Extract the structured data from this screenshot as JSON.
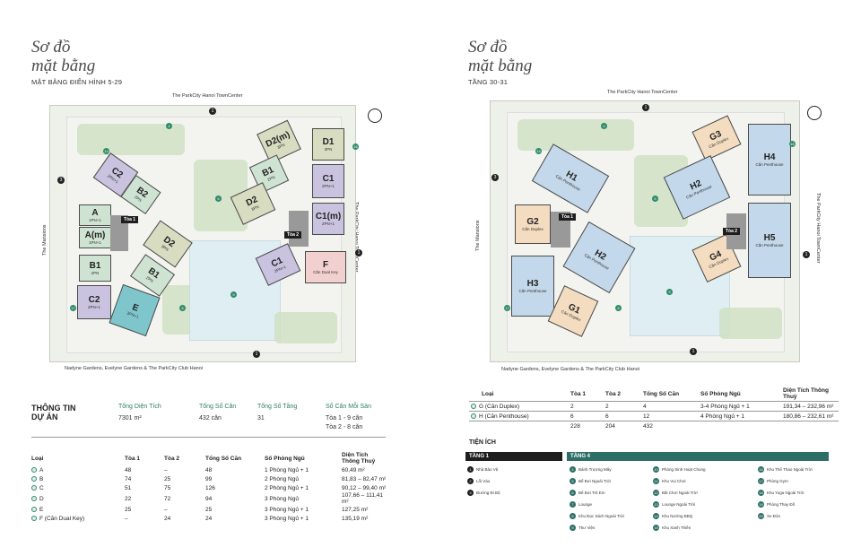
{
  "left": {
    "title_line1": "Sơ đồ",
    "title_line2": "mặt bằng",
    "subtitle": "MẶT BẰNG ĐIỂN HÌNH 5-29",
    "road_top": "The ParkCity Hanoi TownCenter",
    "road_bottom": "Nadyne Gardens, Evelyne Gardens & The ParkCity Club Hanoi",
    "road_left": "The Mansions",
    "road_right": "The ParkCity Hanoi TownCenter",
    "tower1_tag": "Tòa 1",
    "tower2_tag": "Tòa 2",
    "units": [
      {
        "name": "C2",
        "sub": "2PN+1"
      },
      {
        "name": "B2",
        "sub": "2PN"
      },
      {
        "name": "A",
        "sub": "1PN+1"
      },
      {
        "name": "A(m)",
        "sub": "1PN+1"
      },
      {
        "name": "B1",
        "sub": "2PN"
      },
      {
        "name": "C2",
        "sub": "2PN+1"
      },
      {
        "name": "D2",
        "sub": "3PN"
      },
      {
        "name": "B1",
        "sub": "2PN"
      },
      {
        "name": "E",
        "sub": "3PN+1"
      },
      {
        "name": "D2(m)",
        "sub": "3PN"
      },
      {
        "name": "D1",
        "sub": "3PN"
      },
      {
        "name": "B1",
        "sub": "2PN"
      },
      {
        "name": "C1",
        "sub": "2PN+1"
      },
      {
        "name": "D2",
        "sub": "3PN"
      },
      {
        "name": "C1(m)",
        "sub": "2PN+1"
      },
      {
        "name": "C1",
        "sub": "2PN+1"
      },
      {
        "name": "F",
        "sub": "Căn Dual Key"
      }
    ],
    "info": {
      "heading_line1": "THÔNG TIN",
      "heading_line2": "DỰ ÁN",
      "area_label": "Tổng Diện Tích",
      "area_value": "7301 m²",
      "units_label": "Tổng Số Căn",
      "units_value": "432 căn",
      "floors_label": "Tổng Số Tầng",
      "floors_value": "31",
      "per_floor_label": "Số Căn Mỗi Sàn",
      "per_floor_value1": "Tòa 1 - 9 căn",
      "per_floor_value2": "Tòa 2 - 8 căn"
    },
    "table": {
      "headers": [
        "Loại",
        "Tòa 1",
        "Tòa 2",
        "Tổng Số Căn",
        "Số Phòng Ngủ",
        "Diện Tích Thông Thuỷ"
      ],
      "rows": [
        [
          "A",
          "48",
          "–",
          "48",
          "1 Phòng Ngủ + 1",
          "60,49 m²"
        ],
        [
          "B",
          "74",
          "25",
          "99",
          "2 Phòng Ngủ",
          "81,83 – 82,47 m²"
        ],
        [
          "C",
          "51",
          "75",
          "126",
          "2 Phòng Ngủ + 1",
          "90,12 – 99,40 m²"
        ],
        [
          "D",
          "22",
          "72",
          "94",
          "3 Phòng Ngủ",
          "107,66 – 111,41 m²"
        ],
        [
          "E",
          "25",
          "–",
          "25",
          "3 Phòng Ngủ + 1",
          "127,25 m²"
        ],
        [
          "F (Căn Dual Key)",
          "–",
          "24",
          "24",
          "3 Phòng Ngủ + 1",
          "135,19 m²"
        ]
      ]
    }
  },
  "right": {
    "title_line1": "Sơ đồ",
    "title_line2": "mặt bằng",
    "subtitle": "TẦNG 30-31",
    "road_top": "The ParkCity Hanoi TownCenter",
    "road_bottom": "Nadyne Gardens, Evelyne Gardens & The ParkCity Club Hanoi",
    "road_left": "The Mansions",
    "road_right": "The ParkCity Hanoi TownCenter",
    "tower1_tag": "Tòa 1",
    "tower2_tag": "Tòa 2",
    "units": [
      {
        "name": "H1",
        "sub": "Căn Penthouse"
      },
      {
        "name": "G2",
        "sub": "Căn Duplex"
      },
      {
        "name": "H2",
        "sub": "Căn Penthouse"
      },
      {
        "name": "H3",
        "sub": "Căn Penthouse"
      },
      {
        "name": "G1",
        "sub": "Căn Duplex"
      },
      {
        "name": "G3",
        "sub": "Căn Duplex"
      },
      {
        "name": "H4",
        "sub": "Căn Penthouse"
      },
      {
        "name": "H2",
        "sub": "Căn Penthouse"
      },
      {
        "name": "H5",
        "sub": "Căn Penthouse"
      },
      {
        "name": "G4",
        "sub": "Căn Duplex"
      }
    ],
    "table": {
      "headers": [
        "Loại",
        "Tòa 1",
        "Tòa 2",
        "Tổng Số Căn",
        "Số Phòng Ngủ",
        "Diện Tích Thông Thuỷ"
      ],
      "rows": [
        [
          "G (Căn Duplex)",
          "2",
          "2",
          "4",
          "3-4 Phòng Ngủ + 1",
          "191,34 – 232,96 m²"
        ],
        [
          "H (Căn Penthouse)",
          "6",
          "6",
          "12",
          "4 Phòng Ngủ + 1",
          "180,86 – 232,61 m²"
        ]
      ],
      "totals": [
        "228",
        "204",
        "432"
      ]
    },
    "amenities_title": "TIỆN ÍCH",
    "floor1_label": "TẦNG 1",
    "floor4_label": "TẦNG 4",
    "floor1_items": [
      {
        "num": "1",
        "label": "Nhà Bảo Vệ"
      },
      {
        "num": "2",
        "label": "Lối Vào"
      },
      {
        "num": "3",
        "label": "Đường Đi Bộ"
      }
    ],
    "floor4_items": [
      {
        "num": "4",
        "label": "Bánh Trượng Mây"
      },
      {
        "num": "5",
        "label": "Bể Bơi Ngoài Trời"
      },
      {
        "num": "6",
        "label": "Bể Bơi Trẻ Em"
      },
      {
        "num": "7",
        "label": "Lounge"
      },
      {
        "num": "8",
        "label": "Khu Đọc Sách Ngoài Trời"
      },
      {
        "num": "9",
        "label": "Thư Viện"
      },
      {
        "num": "10",
        "label": "Phòng Sinh Hoạt Chung"
      },
      {
        "num": "11",
        "label": "Khu Vui Chơi"
      },
      {
        "num": "12",
        "label": "Bãi Chơi Ngoài Trời"
      },
      {
        "num": "13",
        "label": "Lounge Ngoài Trời"
      },
      {
        "num": "14",
        "label": "Khu Nướng BBQ"
      },
      {
        "num": "15",
        "label": "Khu Xanh Thiền"
      },
      {
        "num": "16",
        "label": "Khu Thể Thao Ngoài Trời"
      },
      {
        "num": "17",
        "label": "Phòng Gym"
      },
      {
        "num": "18",
        "label": "Khu Yoga Ngoài Trời"
      },
      {
        "num": "19",
        "label": "Phòng Thay Đồ"
      },
      {
        "num": "20",
        "label": "Xe Đón"
      }
    ]
  },
  "colors": {
    "accent": "#2f8a6a",
    "dark": "#1e1e1e",
    "teal_header": "#2d6e66"
  }
}
